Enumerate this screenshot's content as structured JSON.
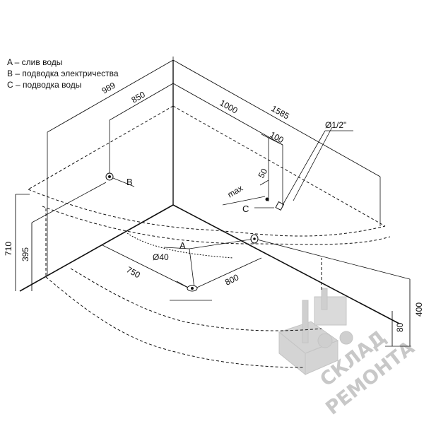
{
  "legend": [
    "A – слив воды",
    "B – подводка электричества",
    "C – подводка воды"
  ],
  "dimensions": {
    "d989": "989",
    "d850": "850",
    "d1000": "1000",
    "d1585": "1585",
    "d100": "100",
    "d50": "50",
    "max": "max",
    "pipe": "Ø1/2\"",
    "d710": "710",
    "d395": "395",
    "d750": "750",
    "d800": "800",
    "d40": "Ø40",
    "d400": "400",
    "d80": "80"
  },
  "labels": {
    "a": "A",
    "b": "B",
    "c": "C"
  },
  "watermark": {
    "line1": "СКЛАД",
    "line2": "РЕМОНТА"
  },
  "colors": {
    "line": "#111111",
    "watermark": "#c8c8c8"
  }
}
